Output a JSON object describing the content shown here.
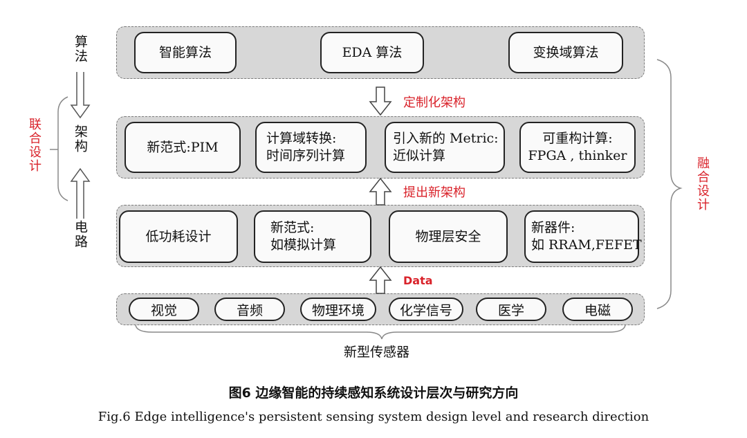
{
  "left_labels": {
    "algorithm": "算法",
    "architecture": "架构",
    "circuit": "电路",
    "joint_design": "联合设计"
  },
  "right_label": "融合设计",
  "layers": {
    "algorithm": [
      "智能算法",
      "EDA 算法",
      "变换域算法"
    ],
    "architecture": [
      "新范式:PIM",
      "计算域转换:\n时间序列计算",
      "引入新的 Metric:\n近似计算",
      "可重构计算:\nFPGA , thinker"
    ],
    "circuit": [
      "低功耗设计",
      "新范式:\n如模拟计算",
      "物理层安全",
      "新器件:\n如 RRAM,FEFET"
    ],
    "sensors": [
      "视觉",
      "音频",
      "物理环境",
      "化学信号",
      "医学",
      "电磁"
    ]
  },
  "arrow_labels": {
    "custom_arch": "定制化架构",
    "propose_arch": "提出新架构",
    "data": "Data"
  },
  "sensor_group_label": "新型传感器",
  "caption": {
    "cn": "图6 边缘智能的持续感知系统设计层次与研究方向",
    "en": "Fig.6 Edge intelligence's persistent sensing system design level and research direction"
  }
}
